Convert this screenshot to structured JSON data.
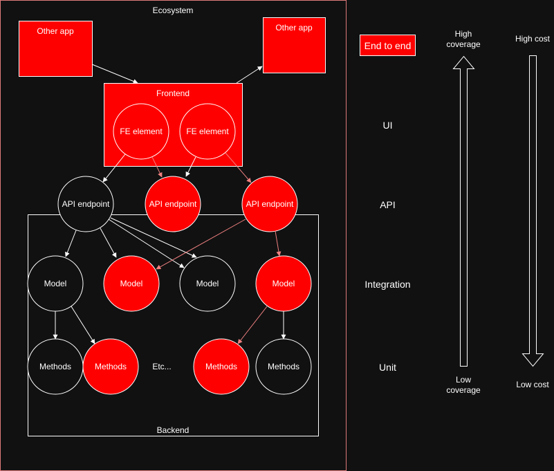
{
  "colors": {
    "background": "#111111",
    "red": "#ff0000",
    "white": "#ffffff",
    "ecosystem_border": "#e07a7a",
    "red_arrow": "#f08080"
  },
  "ecosystem": {
    "label": "Ecosystem"
  },
  "backend": {
    "label": "Backend"
  },
  "frontend": {
    "label": "Frontend",
    "fe_elements": [
      "FE element",
      "FE element"
    ]
  },
  "other_apps": [
    "Other app",
    "Other app"
  ],
  "api_endpoints": [
    "API endpoint",
    "API endpoint",
    "API endpoint"
  ],
  "models": [
    "Model",
    "Model",
    "Model",
    "Model"
  ],
  "methods": [
    "Methods",
    "Methods",
    "Methods",
    "Methods"
  ],
  "etc_label": "Etc...",
  "legend": {
    "end_to_end": "End to end",
    "levels": [
      "UI",
      "API",
      "Integration",
      "Unit"
    ],
    "coverage": {
      "high_line1": "High",
      "high_line2": "coverage",
      "low_line1": "Low",
      "low_line2": "coverage"
    },
    "cost": {
      "high": "High cost",
      "low": "Low cost"
    }
  }
}
